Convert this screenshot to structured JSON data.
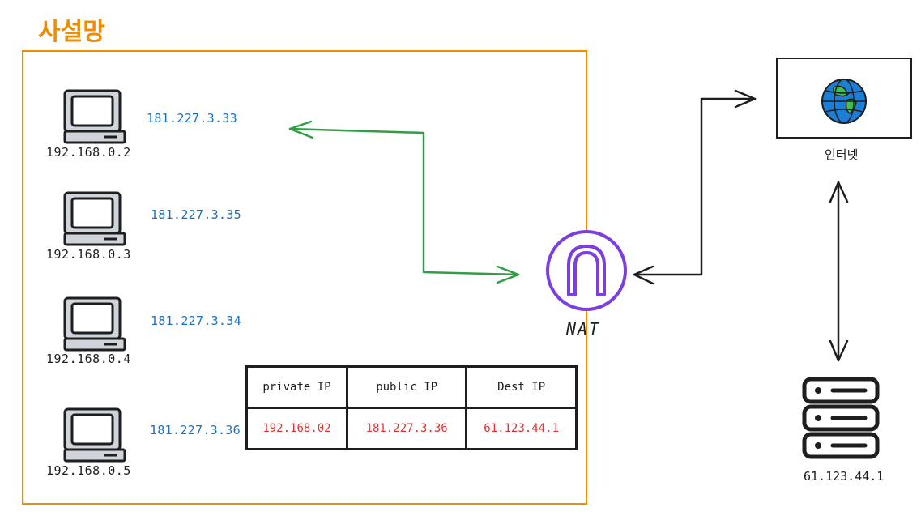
{
  "title": "사설망",
  "hosts": [
    {
      "private_ip": "192.168.0.2",
      "public_ip": "181.227.3.33"
    },
    {
      "private_ip": "192.168.0.3",
      "public_ip": "181.227.3.35"
    },
    {
      "private_ip": "192.168.0.4",
      "public_ip": "181.227.3.34"
    },
    {
      "private_ip": "192.168.0.5",
      "public_ip": "181.227.3.36"
    }
  ],
  "nat": {
    "label": "NAT"
  },
  "internet": {
    "label": "인터넷"
  },
  "server": {
    "label": "61.123.44.1"
  },
  "table": {
    "headers": [
      "private IP",
      "public IP",
      "Dest IP"
    ],
    "row": [
      "192.168.02",
      "181.227.3.36",
      "61.123.44.1"
    ]
  },
  "colors": {
    "lan_border": "#f08c00",
    "public_ip": "#1971c2",
    "table_values": "#e03131",
    "green_arrow": "#2f9e44",
    "nat_icon": "#7d3ee0"
  },
  "icons": [
    "computer-icon",
    "nat-gateway-icon",
    "globe-icon",
    "server-icon"
  ]
}
